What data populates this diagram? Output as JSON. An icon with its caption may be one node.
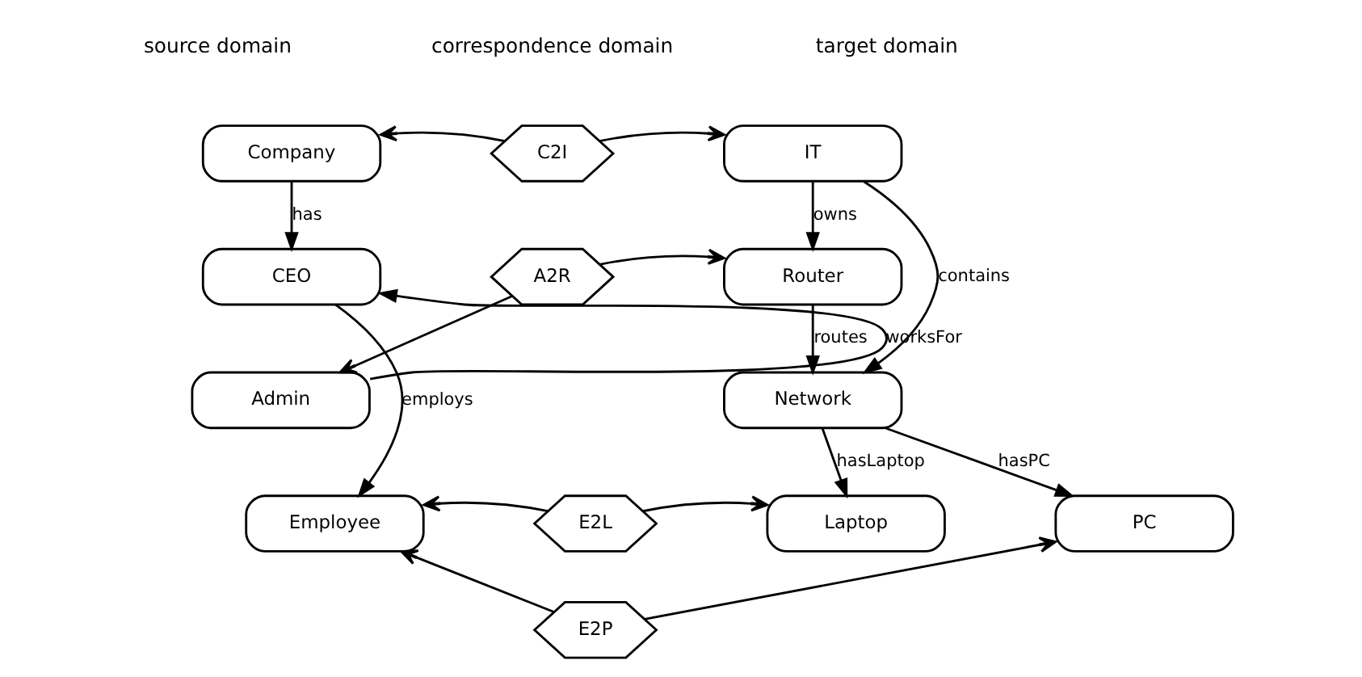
{
  "diagram": {
    "nodes": [
      {
        "text": [
          "Company"
        ]
      },
      {
        "text": [
          "CEO"
        ]
      },
      {
        "text": [
          "Admin"
        ]
      },
      {
        "text": [
          "Employee"
        ]
      },
      {
        "text": [
          "C2I"
        ]
      },
      {
        "text": [
          "A2R"
        ]
      },
      {
        "text": [
          "E2L"
        ]
      },
      {
        "text": [
          "E2P"
        ]
      },
      {
        "text": [
          "IT"
        ]
      },
      {
        "text": [
          "Router"
        ]
      },
      {
        "text": [
          "Network"
        ]
      },
      {
        "text": [
          "Laptop"
        ]
      },
      {
        "text": [
          "PC"
        ]
      }
    ],
    "edges": [
      {
        "from": 0,
        "to": 1,
        "arrow": "to",
        "label": "has"
      },
      {
        "from": 2,
        "to": 1,
        "arrow": "to",
        "label": "worksFor"
      },
      {
        "from": 1,
        "to": 3,
        "arrow": "to",
        "label": "employs"
      },
      {
        "from": 4,
        "to": 0,
        "arrow": "to"
      },
      {
        "from": 4,
        "to": 8,
        "arrow": "to"
      },
      {
        "from": 5,
        "to": 2,
        "arrow": "to"
      },
      {
        "from": 5,
        "to": 9,
        "arrow": "to"
      },
      {
        "from": 6,
        "to": 3,
        "arrow": "to"
      },
      {
        "from": 6,
        "to": 11,
        "arrow": "to"
      },
      {
        "from": 7,
        "to": 3,
        "arrow": "to"
      },
      {
        "from": 7,
        "to": 12,
        "arrow": "to"
      },
      {
        "from": 8,
        "to": 9,
        "arrow": "to",
        "label": "owns"
      },
      {
        "from": 9,
        "to": 10,
        "arrow": "to",
        "label": "routes"
      },
      {
        "from": 8,
        "to": 10,
        "arrow": "to",
        "label": "contains"
      },
      {
        "from": 10,
        "to": 11,
        "arrow": "to",
        "label": "hasLaptop"
      },
      {
        "from": 10,
        "to": 12,
        "arrow": "to",
        "label": "hasPC"
      }
    ],
    "labels": [
      "source domain",
      "correspondence domain",
      "target domain"
    ]
  }
}
